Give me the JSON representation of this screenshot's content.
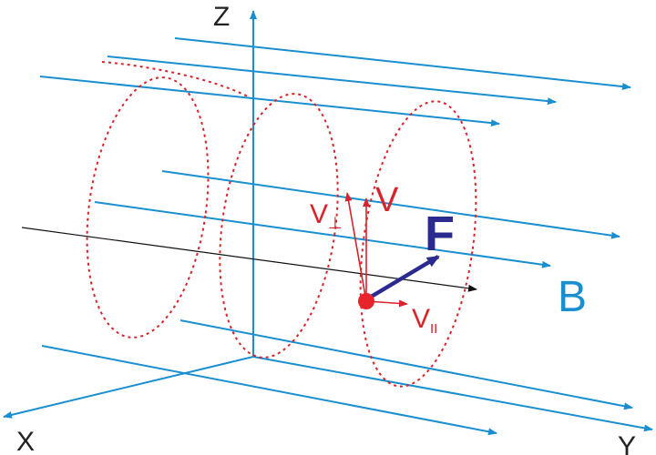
{
  "axes": {
    "x": "X",
    "y": "Y",
    "z": "Z"
  },
  "field_label": "B",
  "force_label": "F",
  "velocity_label": "V",
  "v_perp": {
    "base": "V",
    "sub": "⊥"
  },
  "v_par": {
    "base": "V",
    "sub": "II"
  },
  "colors": {
    "field": "#1a8fd0",
    "helix": "#d8232a",
    "velocity": "#d8232a",
    "force": "#2b2a8f",
    "trajectory": "#111111"
  }
}
